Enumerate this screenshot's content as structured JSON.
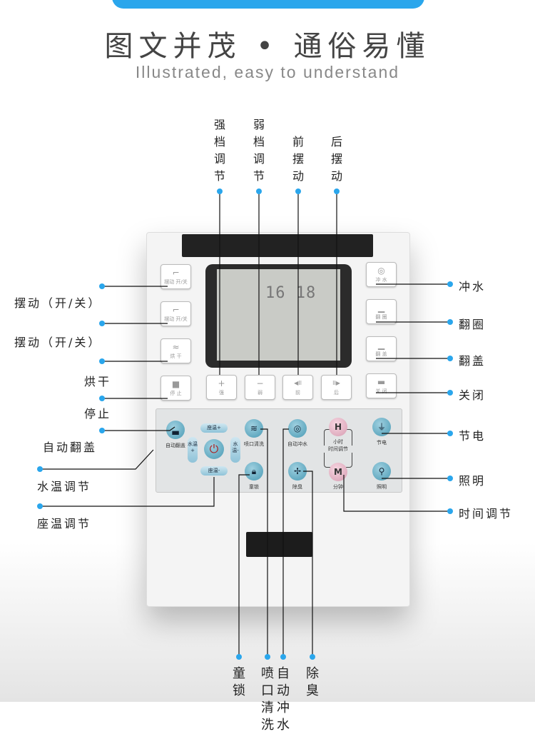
{
  "header": {
    "title": "图文并茂 • 通俗易懂",
    "subtitle": "Illustrated, easy to understand"
  },
  "top_callouts": [
    {
      "label": [
        "强",
        "档",
        "调",
        "节"
      ]
    },
    {
      "label": [
        "弱",
        "档",
        "调",
        "节"
      ]
    },
    {
      "label": [
        "前",
        "摆",
        "动"
      ]
    },
    {
      "label": [
        "后",
        "摆",
        "动"
      ]
    }
  ],
  "left_callouts": [
    "摆动（开/关）",
    "摆动（开/关）",
    "烘干",
    "停止",
    "自动翻盖",
    "水温调节",
    "座温调节"
  ],
  "right_callouts": [
    "冲水",
    "翻圈",
    "翻盖",
    "关闭",
    "节电",
    "照明",
    "时间调节"
  ],
  "bottom_callouts": [
    {
      "label": [
        "童",
        "锁"
      ]
    },
    {
      "label": [
        "喷",
        "口",
        "清",
        "洗"
      ]
    },
    {
      "label": [
        "自",
        "动",
        "冲",
        "水"
      ]
    },
    {
      "label": [
        "除",
        "臭"
      ]
    }
  ],
  "remote": {
    "lcd": "16 18",
    "left_buttons": [
      {
        "icon": "seat-swing-icon",
        "label": "摆动 开/关"
      },
      {
        "icon": "seat-swing-icon",
        "label": "摆动 开/关"
      },
      {
        "icon": "dry-icon",
        "label": "烘 干"
      },
      {
        "icon": "stop-icon",
        "label": "停 止"
      }
    ],
    "right_buttons": [
      {
        "icon": "flush-icon",
        "label": "冲 水"
      },
      {
        "icon": "ring-icon",
        "label": "翻 圈"
      },
      {
        "icon": "lid-icon",
        "label": "翻 盖"
      },
      {
        "icon": "close-icon",
        "label": "关 闭"
      }
    ],
    "bottom_buttons": [
      {
        "icon": "+",
        "label": "强"
      },
      {
        "icon": "−",
        "label": "弱"
      },
      {
        "icon": "◀II",
        "label": "前"
      },
      {
        "icon": "II▶",
        "label": "后"
      }
    ],
    "panel": {
      "auto_lid": "自动翻盖",
      "seat_plus": "座温+",
      "seat_minus": "座温-",
      "water_plus": "水温+",
      "water_minus": "水温-",
      "nozzle_clean": "喷口清洗",
      "child_lock": "童锁",
      "auto_flush": "自动冲水",
      "deodorize": "除臭",
      "hour_key": "H",
      "hour": "小时",
      "time_adjust": "时间调节",
      "minute_key": "M",
      "minute": "分钟",
      "power_save": "节电",
      "light": "照明"
    }
  }
}
